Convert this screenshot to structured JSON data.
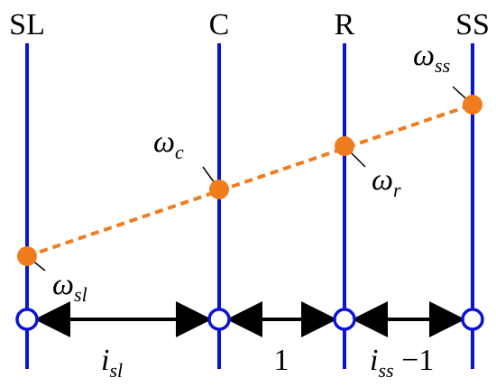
{
  "colors": {
    "vertical_line": "#0a14d6",
    "speed_line": "#f07c1e",
    "node": "#f07c1e",
    "arrow": "#000000",
    "pivot_ring": "#0a14d6"
  },
  "axes": [
    {
      "id": "sl",
      "label": "SL"
    },
    {
      "id": "c",
      "label": "C"
    },
    {
      "id": "r",
      "label": "R"
    },
    {
      "id": "ss",
      "label": "SS"
    }
  ],
  "speed_labels": {
    "sl": {
      "symbol": "ω",
      "sub": "sl"
    },
    "c": {
      "symbol": "ω",
      "sub": "c"
    },
    "r": {
      "symbol": "ω",
      "sub": "r"
    },
    "ss": {
      "symbol": "ω",
      "sub": "ss"
    }
  },
  "ratios": {
    "first": {
      "main": "i",
      "sub": "sl"
    },
    "second": {
      "text": "1"
    },
    "third": {
      "main": "i",
      "sub": "ss",
      "suffix": " −1"
    }
  }
}
